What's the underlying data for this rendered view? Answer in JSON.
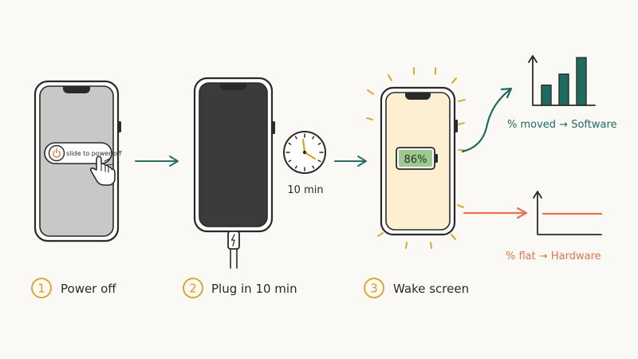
{
  "colors": {
    "background": "#fbf9f5",
    "outline": "#2a2a2a",
    "phone_body": "#ffffff",
    "screen_off_gray": "#c9c8c6",
    "screen_dark": "#3b3b3b",
    "screen_awake": "#fdf0d2",
    "battery_fill": "#9dc98c",
    "accent_gold": "#d9a21a",
    "arrow_teal": "#2b6d62",
    "software_teal": "#1f6b60",
    "hardware_orange": "#e3734e",
    "power_red": "#e06a3c"
  },
  "steps": [
    {
      "number": "1",
      "label": "Power off"
    },
    {
      "number": "2",
      "label": "Plug in 10 min"
    },
    {
      "number": "3",
      "label": "Wake screen"
    }
  ],
  "phone1": {
    "slider_text": "slide to power off",
    "power_icon": "power-icon",
    "hand_icon": "pointing-hand-icon"
  },
  "timer": {
    "label": "10 min",
    "icon": "clock-icon"
  },
  "phone3": {
    "battery_percent": "86%"
  },
  "outcomes": {
    "software": {
      "label": "% moved → Software",
      "bars": [
        0.55,
        0.85,
        1.3
      ]
    },
    "hardware": {
      "label": "% flat → Hardware",
      "level": 0.5
    }
  }
}
